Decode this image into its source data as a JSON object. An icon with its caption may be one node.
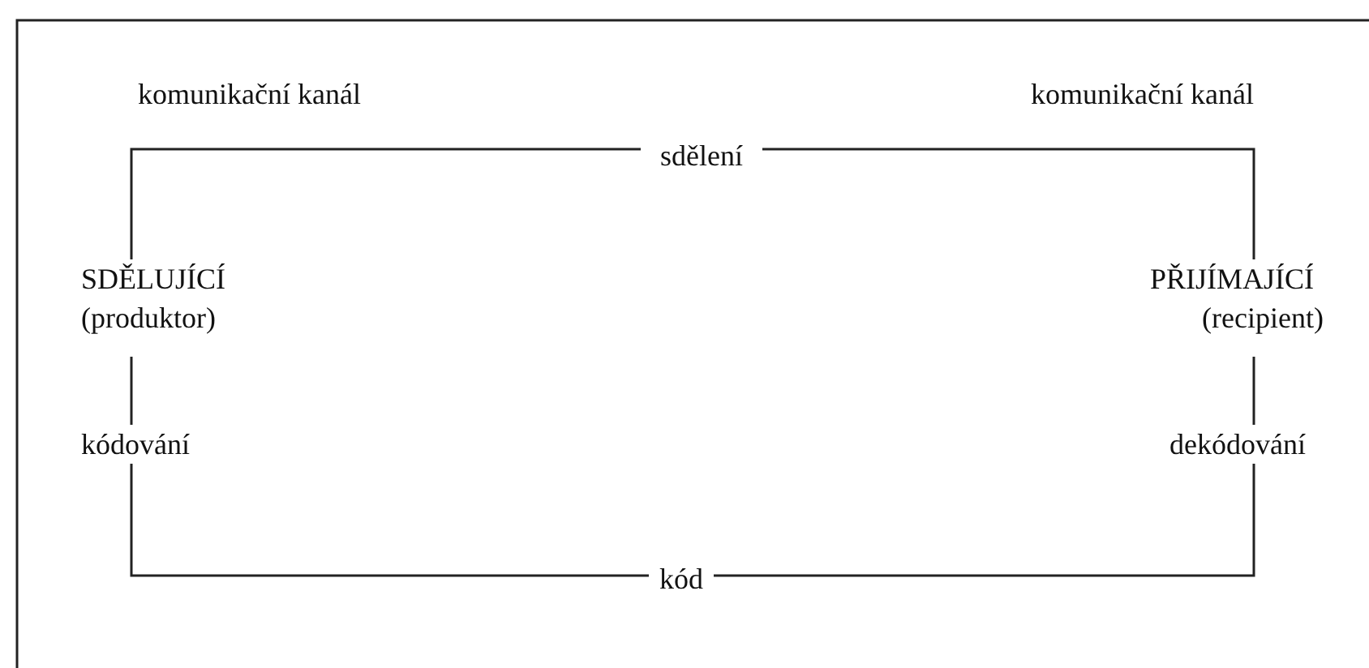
{
  "diagram": {
    "nodes": [
      {
        "text": [
          "SDĚLUJÍCÍ",
          "(produktor)"
        ]
      },
      {
        "text": [
          "PŘIJÍMAJÍCÍ",
          "(recipient)"
        ]
      },
      {
        "text": [
          "sdělení"
        ]
      },
      {
        "text": [
          "kód"
        ]
      },
      {
        "text": [
          "kódování"
        ]
      },
      {
        "text": [
          "dekódování"
        ]
      }
    ],
    "edges": [
      {
        "from": 0,
        "to": 2,
        "arrow": "none"
      },
      {
        "from": 2,
        "to": 1,
        "arrow": "none"
      },
      {
        "from": 0,
        "to": 4,
        "arrow": "none"
      },
      {
        "from": 4,
        "to": 3,
        "arrow": "none"
      },
      {
        "from": 3,
        "to": 5,
        "arrow": "none"
      },
      {
        "from": 5,
        "to": 1,
        "arrow": "none"
      }
    ],
    "labels": [
      "komunikační kanál",
      "komunikační kanál"
    ]
  }
}
